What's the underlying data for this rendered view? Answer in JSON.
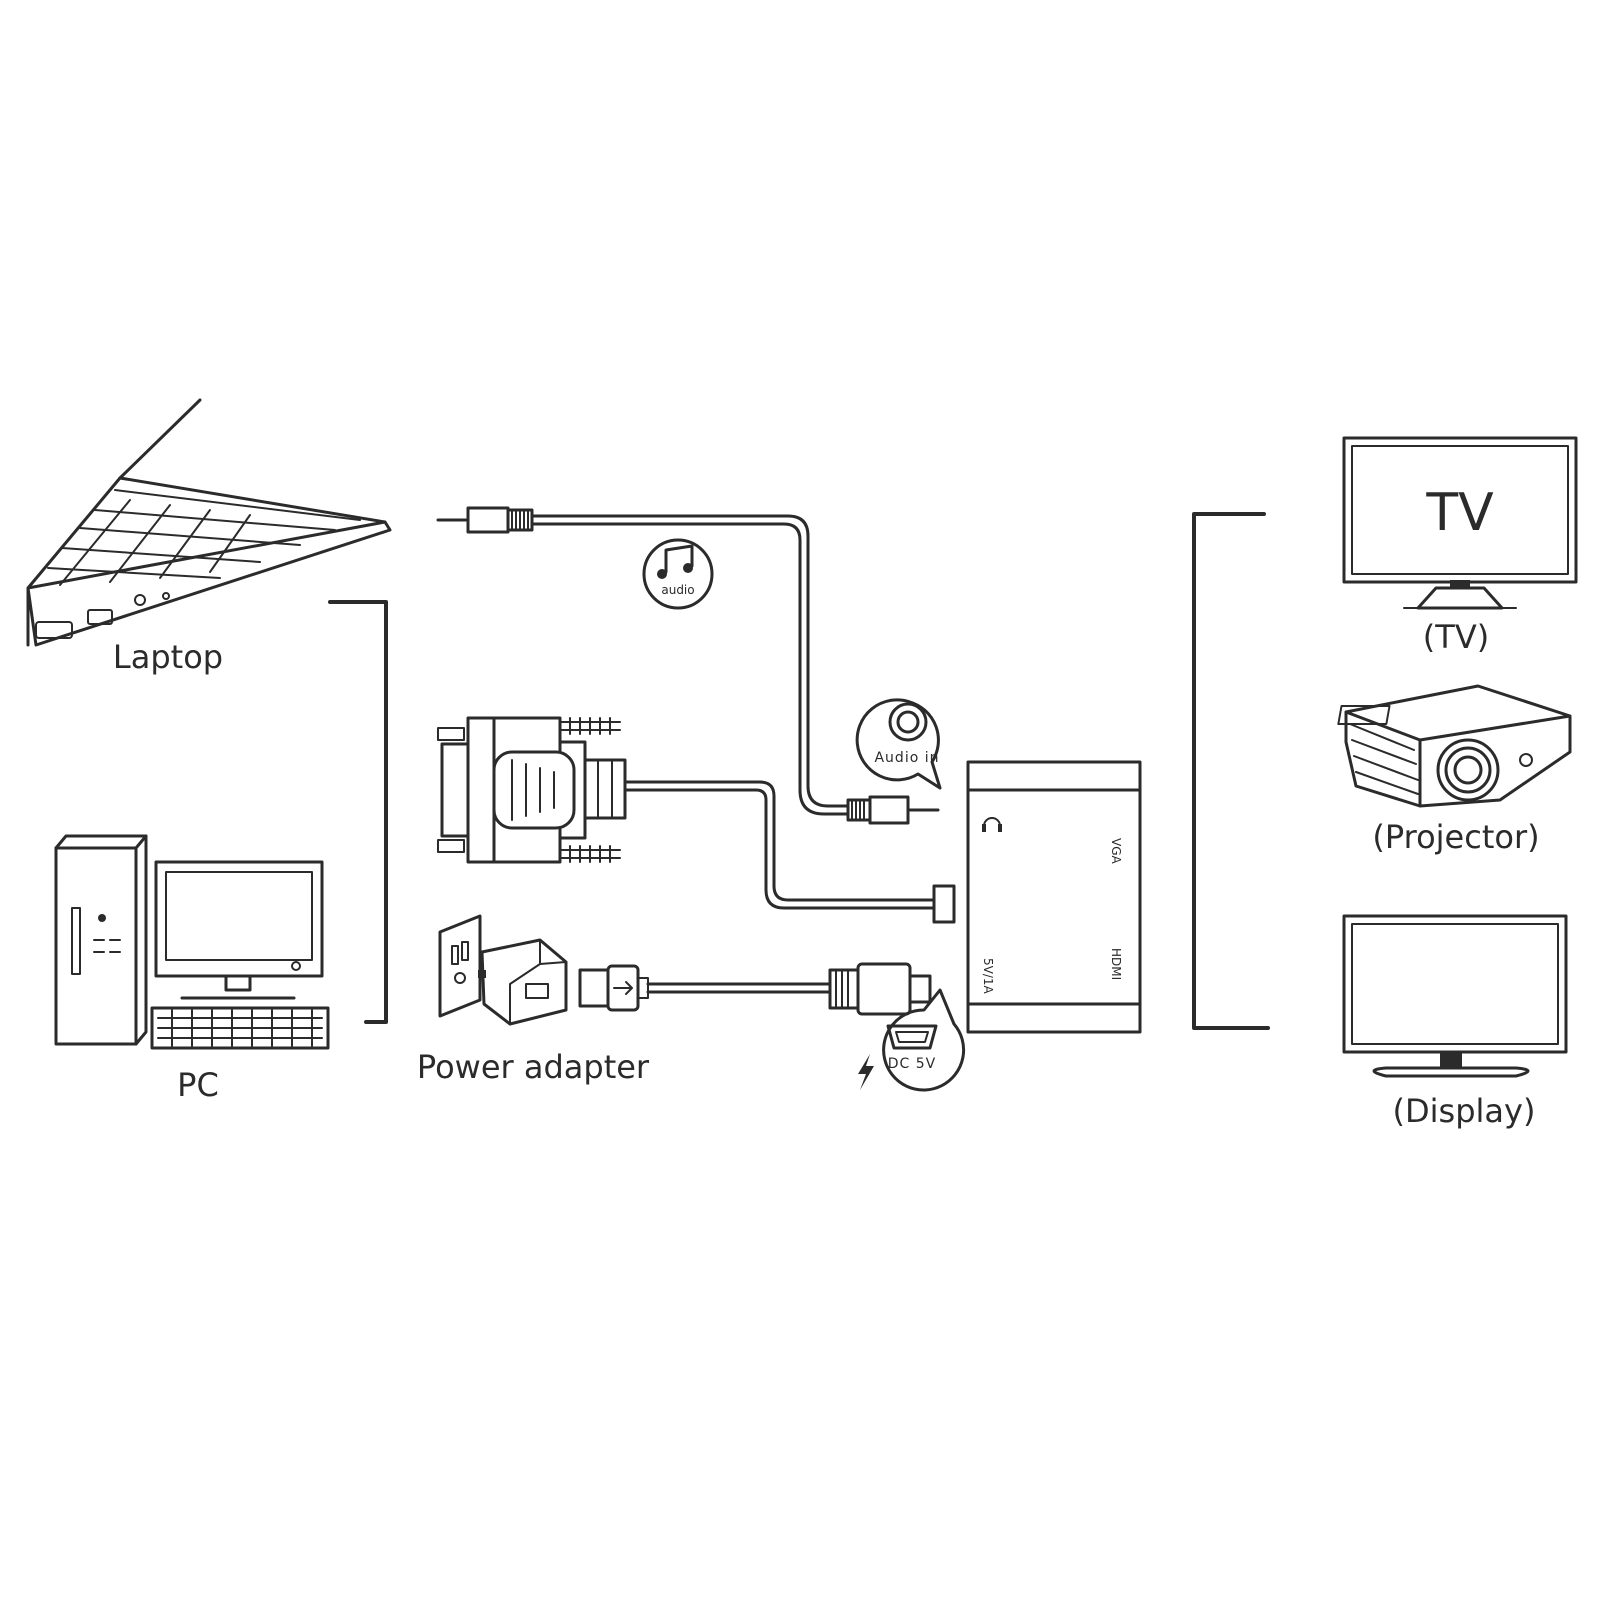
{
  "sources": {
    "laptop_label": "Laptop",
    "pc_label": "PC"
  },
  "accessories": {
    "power_adapter_label": "Power adapter",
    "audio_badge": "audio",
    "audio_in_badge": "Audio in",
    "dc_badge": "DC 5V"
  },
  "adapter_box": {
    "port_vga": "VGA",
    "port_hdmi": "HDMI",
    "port_power": "5V/1A"
  },
  "outputs": {
    "tv_screen_text": "TV",
    "tv_label": "(TV)",
    "projector_label": "(Projector)",
    "display_label": "(Display)"
  },
  "colors": {
    "line": "#2b2b2b",
    "background": "#ffffff"
  },
  "icons": [
    "music-note-icon",
    "audio-jack-icon",
    "hdmi-port-icon",
    "lightning-icon",
    "headphone-icon",
    "usb-icon"
  ]
}
